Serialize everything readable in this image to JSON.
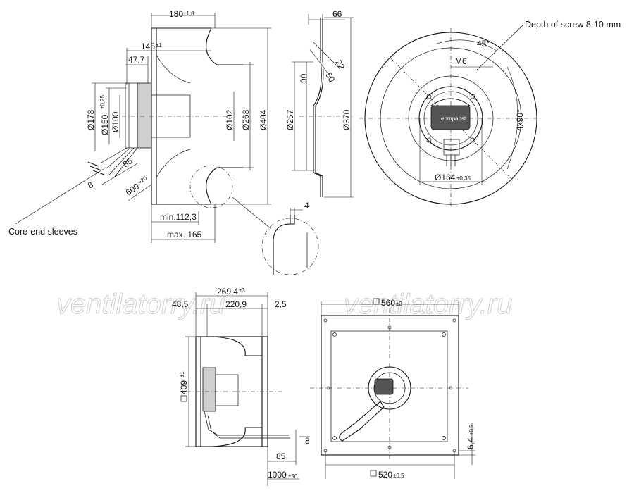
{
  "labels": {
    "screw_depth": "Depth of screw 8-10 mm",
    "core_end": "Core-end sleeves",
    "watermark_1": "ventilatorry.ru",
    "watermark_2": "ventilatorry.ru"
  },
  "side_view": {
    "width_total": "180",
    "width_total_tol": "±1,8",
    "w145": "145",
    "w145_tol": "±1",
    "w47": "47,7",
    "d178": "Ø178",
    "d150": "Ø150",
    "d150_tol": "±0,25",
    "d100": "Ø100",
    "d102": "Ø102",
    "d268": "Ø268",
    "d404": "Ø404",
    "c85": "85",
    "c8": "8",
    "c600": "600",
    "c600_tol": "+20",
    "min": "min.112,3",
    "max": "max. 165"
  },
  "section_view": {
    "w66": "66",
    "d257": "Ø257",
    "d370": "Ø370",
    "a90": "90",
    "a50": "50",
    "a22": "22",
    "detail_4": "4"
  },
  "front_view": {
    "angle45": "45°",
    "m6": "M6",
    "a4x90": "4x90°",
    "d164": "Ø164",
    "d164_tol": "±0,35",
    "brand": "ebmpapst"
  },
  "bottom_side": {
    "w269": "269,4",
    "w269_tol": "±3",
    "w48": "48,5",
    "w220": "220,9",
    "w25": "2,5",
    "sq409": "409",
    "sq409_tol": "±1",
    "c85": "85",
    "c8": "8",
    "c1000": "1000",
    "c1000_tol": "±50"
  },
  "bottom_front": {
    "sq560": "560",
    "sq560_tol": "±2",
    "sq520": "520",
    "sq520_tol": "±0,5",
    "h64": "6,4",
    "h64_tol": "±0,2"
  }
}
